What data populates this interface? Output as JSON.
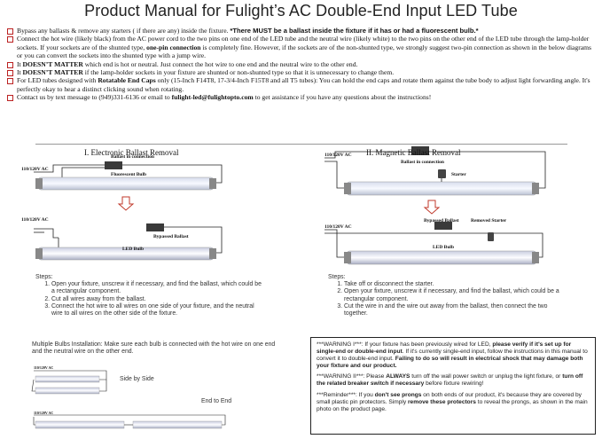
{
  "title": "Product Manual for Fulight’s AC Double-End Input LED Tube",
  "bullets": [
    {
      "pre": "Bypass any ballasts & remove any starters ( if there are any)  inside the fixture. ",
      "bold": "*There MUST be a ballast inside the fixture if it has or had a fluorescent bulb.*",
      "post": ""
    },
    {
      "pre": "Connect the hot wire (likely black) from the AC power cord to the two pins on one end of the LED tube and the neutral wire (likely white) to the two pins on the other end of the LED tube through the lamp-holder sockets. If your sockets are of the shunted type, ",
      "bold": "one-pin connection",
      "post": " is completely fine. However, if the sockets are of the non-shunted type, we strongly suggest two-pin connection as shown in the below diagrams or you can convert the sockets into the shunted type with a jump wire."
    },
    {
      "pre": "It ",
      "bold": "DOESN’T MATTER",
      "post": " which end is hot or neutral. Just connect the hot wire to one end and the neutral wire to the other end."
    },
    {
      "pre": "It ",
      "bold": "DOESN’T MATTER",
      "post": " if the lamp-holder sockets in your fixture are shunted or non-shunted type so that it is unnecessary to change them."
    },
    {
      "pre": " For LED tubes designed with ",
      "bold": "Rotatable End Caps",
      "post": " only (15-Inch F14T8, 17-3/4-Inch F15T8 and all T5 tubes): You can hold the end caps and rotate them against the tube body to adjust light forwarding angle. It's perfectly okay to hear a distinct clicking sound when rotating."
    },
    {
      "pre": "Contact us by text message to (949)331-6136 or email to ",
      "bold": "fulight-led@fulightopto.com",
      "post": " to get assistance if you have any questions about the instructions!"
    }
  ],
  "section1": {
    "heading": "I. Electronic Ballast Removal",
    "ballast_label": "Ballast in connection",
    "ac_label": "110/120V AC",
    "bulb_label": "Fluorescent Bulb",
    "ac_label2": "110/120V AC",
    "bypassed_label": "Bypassed Ballast",
    "led_label": "LED Bulb",
    "steps_title": "Steps:",
    "steps": [
      "Open your fixture, unscrew it if necessary, and find the ballast, which could be a rectangular component.",
      "Cut all wires away from the ballast.",
      "Connect the hot wire to all wires on one side of your fixture, and the neutral wire to all wires on the other side of the fixture."
    ],
    "multi_text": "Multiple Bulbs Installation: Make sure each bulb is connected with the hot wire on one end and the neutral wire on the other end.",
    "side_label": "Side by Side",
    "end_label": "End to End",
    "small_ac": "110/120V AC"
  },
  "section2": {
    "heading": "II. Magnetic Ballast Removal",
    "ac_label": "110/120V AC",
    "ballast_label": "Ballast in connection",
    "starter_label": "Starter",
    "ac_label2": "110/120V AC",
    "bypassed_label": "Bypassed Ballast",
    "removed_label": "Removed Starter",
    "led_label": "LED Bulb",
    "steps_title": "Steps:",
    "steps": [
      "Take off or disconnect the starter.",
      "Open your fixture, unscrew it if necessary, and find the ballast, which could be a rectangular component.",
      "Cut the wire in and the wire out away from the ballast, then connect the two together."
    ]
  },
  "warnings": [
    {
      "head": "***WARNING I***",
      "pre": ": If your fixture has been previously wired for  LED, ",
      "bold1": "please verify if it's set up for single-end or double-end input",
      "mid": ". If it's currently single-end input, follow the instructions in this manual to convert it to double-end input. ",
      "bold2": "Failing to do so will result in electrical shock that may damage both your fixture and our product.",
      "post": ""
    },
    {
      "head": "***WARNING II***",
      "pre": ": Please ",
      "bold1": "ALWAYS",
      "mid": " turn off the wall power switch or unplug the light fixture, or ",
      "bold2": "turn off the related breaker switch if necessary",
      "post": " before fixture rewiring!"
    },
    {
      "head": "***Reminder***",
      "pre": ": If you ",
      "bold1": "don't see prongs",
      "mid": " on both ends of our product, it's because they are covered by small plastic pin protectors. Simply ",
      "bold2": "remove these protectors",
      "post": " to reveal the prongs, as shown in the main photo on the product page."
    }
  ],
  "colors": {
    "bullet_box": "#b22222",
    "arrow": "#c0392b",
    "wire": "#222222",
    "ballast": "#3a3a3a"
  }
}
